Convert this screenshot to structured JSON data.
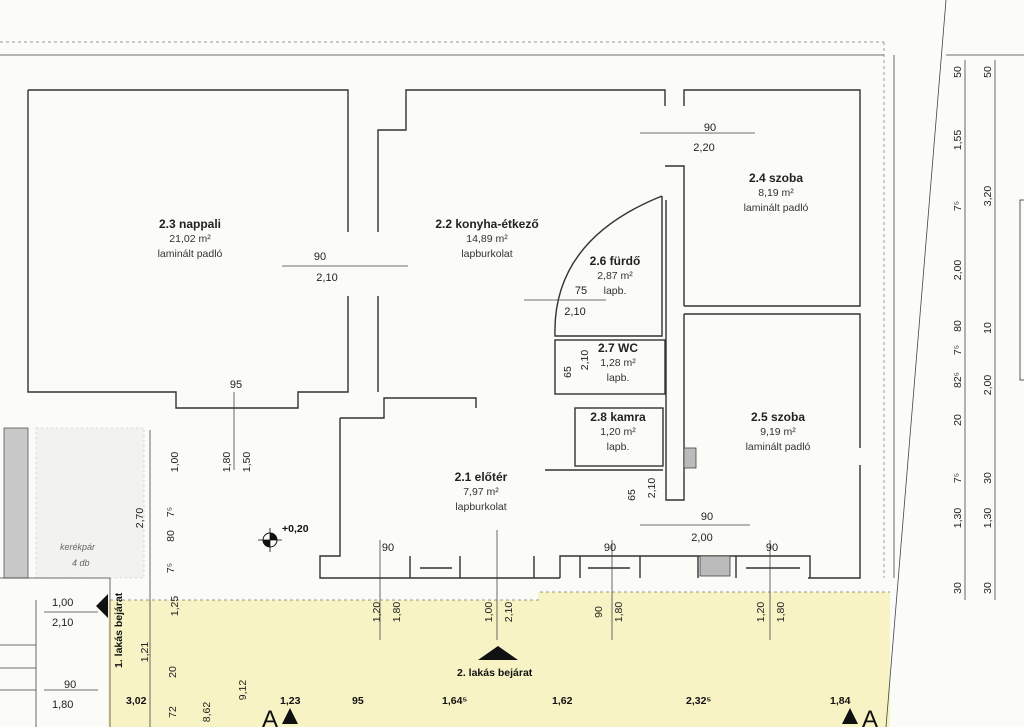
{
  "rooms": [
    {
      "id": "2.3",
      "name": "2.3 nappali",
      "area": "21,02 m²",
      "floor": "laminált padló"
    },
    {
      "id": "2.2",
      "name": "2.2 konyha-étkező",
      "area": "14,89 m²",
      "floor": "lapburkolat"
    },
    {
      "id": "2.4",
      "name": "2.4 szoba",
      "area": "8,19 m²",
      "floor": "laminált padló"
    },
    {
      "id": "2.6",
      "name": "2.6 fürdő",
      "area": "2,87 m²",
      "floor": "lapb."
    },
    {
      "id": "2.7",
      "name": "2.7 WC",
      "area": "1,28 m²",
      "floor": "lapb."
    },
    {
      "id": "2.8",
      "name": "2.8 kamra",
      "area": "1,20 m²",
      "floor": "lapb."
    },
    {
      "id": "2.5",
      "name": "2.5 szoba",
      "area": "9,19 m²",
      "floor": "laminált padló"
    },
    {
      "id": "2.1",
      "name": "2.1 előtér",
      "area": "7,97 m²",
      "floor": "lapburkolat"
    }
  ],
  "labels": {
    "level": "+0,20",
    "bike": "kerékpár",
    "bike_count": "4 db",
    "entrance_1": "1. lakás bejárat",
    "entrance_2": "2. lakás bejárat",
    "section_a": "A"
  },
  "door_dims": {
    "d_top_90": "90",
    "d_top_220": "2,20",
    "d_liv_90": "90",
    "d_liv_210": "2,10",
    "d_bath_75": "75",
    "d_bath_210": "2,10",
    "d_wc_65": "65",
    "d_wc_210": "2,10",
    "d_pan_65": "65",
    "d_pan_210": "2,10",
    "d_hall_90": "90",
    "d_hall_200": "2,00",
    "d_95": "95",
    "d_180": "1,80",
    "d_150": "1,50",
    "d_100": "1,00",
    "w1_90": "90",
    "w2_90": "90",
    "w3_90": "90",
    "w1_120": "1,20",
    "w1_180": "1,80",
    "w2_100": "1,00",
    "w2_210": "2,10",
    "w3_180": "1,80",
    "w4_120": "1,20",
    "w4_180": "1,80"
  },
  "left_dims": {
    "a": "2,70",
    "b": "7⁵",
    "c": "80",
    "d": "7⁵",
    "e": "1,25",
    "f": "1,00",
    "g": "1,21",
    "h": "20",
    "i": "72",
    "j": "8,62",
    "k": "9,12"
  },
  "left_box": {
    "t1": "1,00",
    "t2": "2,10",
    "t3": "90",
    "t4": "1,80"
  },
  "bottom_dims": [
    "3,02",
    "1,23",
    "95",
    "1,64⁵",
    "1,62",
    "2,32⁵",
    "1,84"
  ],
  "right_col1": [
    "50",
    "1,55",
    "7⁵",
    "2,00",
    "80",
    "7⁵",
    "82⁵",
    "20",
    "7⁵",
    "1,30",
    "30"
  ],
  "right_col2": [
    "50",
    "3,20",
    "10",
    "2,00",
    "30",
    "1,30",
    "30"
  ]
}
